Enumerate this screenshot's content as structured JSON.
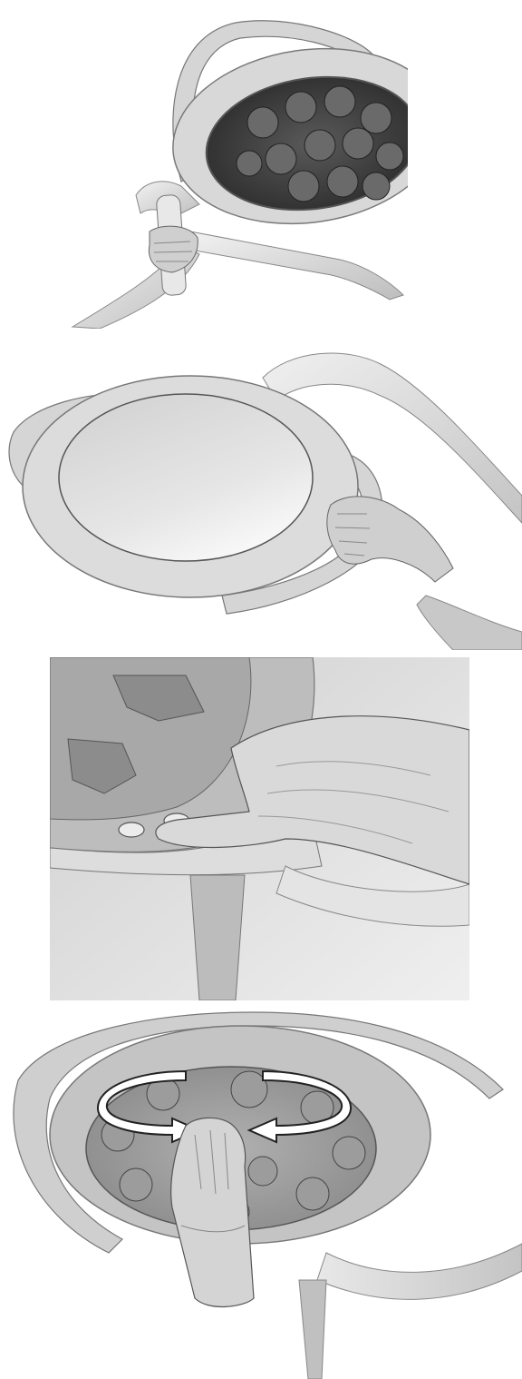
{
  "figures": [
    {
      "id": "step-1",
      "subject": "lamp-head-grip-handle"
    },
    {
      "id": "step-2",
      "subject": "lamp-head-side-handle"
    },
    {
      "id": "step-3",
      "subject": "control-button-press"
    },
    {
      "id": "step-4",
      "subject": "center-handle-rotate"
    }
  ],
  "colors": {
    "housing_light": "#e2e2e2",
    "housing_mid": "#bdbdbd",
    "housing_dark": "#8a8a8a",
    "led_dark": "#3a3a3a",
    "arrow_fill": "#ffffff",
    "outline": "#333333"
  }
}
